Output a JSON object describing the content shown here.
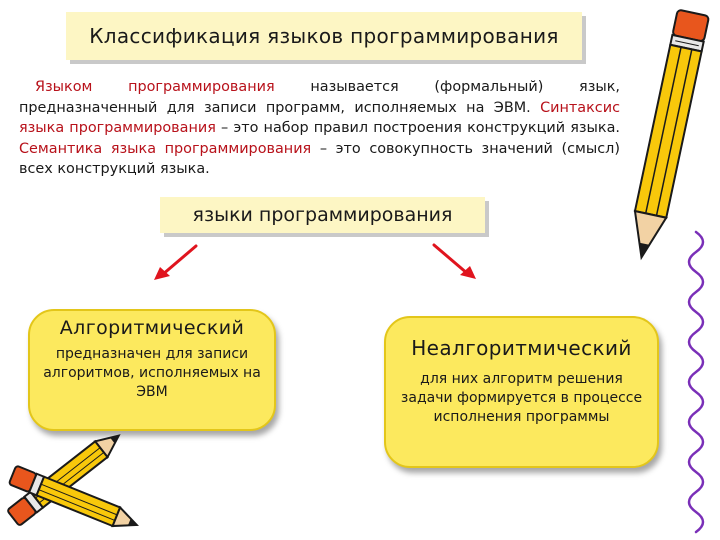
{
  "title": "Классификация языков программирования",
  "paragraph": {
    "t1": "Языком программирования",
    "t2": " называется (формальный) язык, предназначенный для записи программ, исполняемых на ЭВМ. ",
    "t3": "Синтаксис языка программирования",
    "t4": " – это набор правил построения конструкций языка. ",
    "t5": "Семантика языка программирования",
    "t6": " – это совокупность значений (смысл) всех конструкций языка."
  },
  "subtitle": "языки программирования",
  "cards": [
    {
      "title": "Алгоритмический",
      "desc": "предназначен для записи алгоритмов, исполняемых на ЭВМ"
    },
    {
      "title": "Неалгоритмический",
      "desc": "для них алгоритм решения задачи формируется в процессе исполнения программы"
    }
  ],
  "colors": {
    "accent_red": "#b8121b",
    "box_bg": "#fdf6c4",
    "card_bg": "#fce95e",
    "arrow": "#e0141e"
  },
  "icons": [
    "pencil-icon",
    "pencils-icon",
    "spiral-binding-icon"
  ]
}
